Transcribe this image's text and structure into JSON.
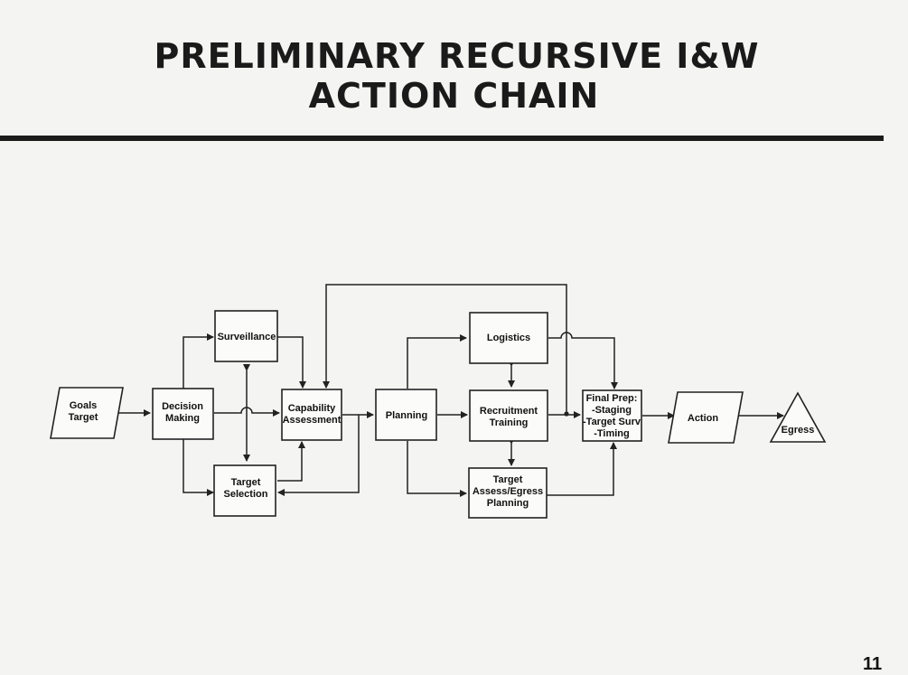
{
  "header": {
    "title_line1": "PRELIMINARY RECURSIVE I&W",
    "title_line2": "ACTION CHAIN"
  },
  "nodes": {
    "goals": [
      "Goals",
      "Target"
    ],
    "decision": [
      "Decision",
      "Making"
    ],
    "surveillance": [
      "Surveillance"
    ],
    "target_selection": [
      "Target",
      "Selection"
    ],
    "capability": [
      "Capability",
      "Assessment"
    ],
    "planning": [
      "Planning"
    ],
    "logistics": [
      "Logistics"
    ],
    "recruitment": [
      "Recruitment",
      "Training"
    ],
    "target_assess": [
      "Target",
      "Assess/Egress",
      "Planning"
    ],
    "final_prep": [
      "Final Prep:",
      "-Staging",
      "-Target Surv",
      "-Timing"
    ],
    "action": [
      "Action"
    ],
    "egress": [
      "Egress"
    ]
  },
  "footer": {
    "page_number": "11"
  }
}
